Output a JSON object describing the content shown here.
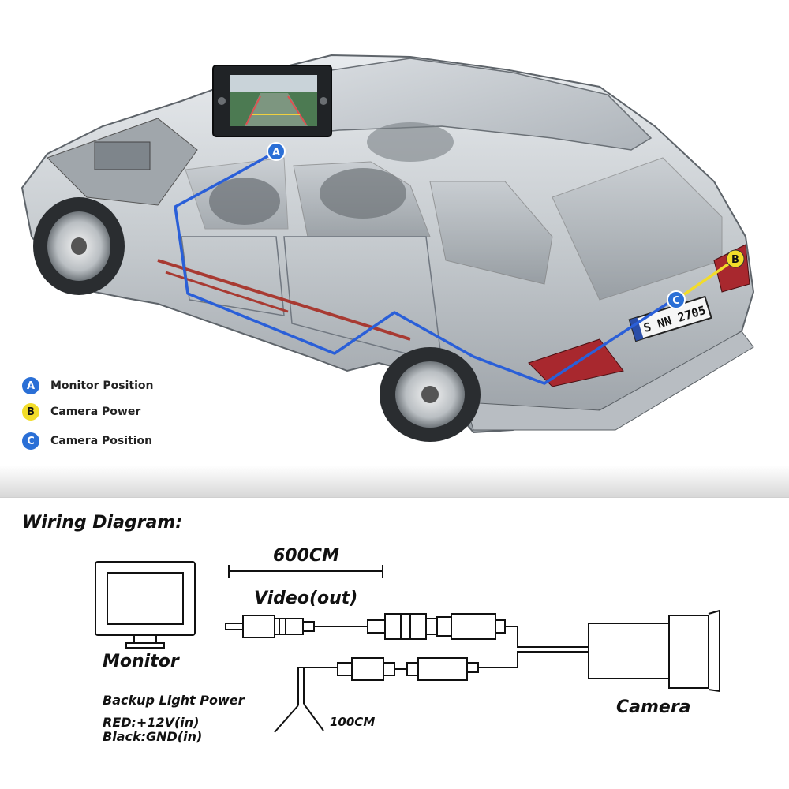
{
  "legend": [
    {
      "badge": "A",
      "label": "Monitor Position",
      "color": "#2a6fd6",
      "text_color": "#ffffff"
    },
    {
      "badge": "B",
      "label": "Camera Power",
      "color": "#f2dc2a",
      "text_color": "#111111"
    },
    {
      "badge": "C",
      "label": "Camera Position",
      "color": "#2a6fd6",
      "text_color": "#ffffff"
    }
  ],
  "car": {
    "markers": [
      "A",
      "B",
      "C"
    ],
    "plate": "S NN 2705",
    "route_color": "#2a5fd8",
    "power_color": "#f2dc2a"
  },
  "wiring": {
    "title": "Wiring Diagram:",
    "length_top": "600CM",
    "video_label": "Video(out)",
    "monitor_label": "Monitor",
    "power_title": "Backup Light Power",
    "red_line": "RED:+12V(in)",
    "black_line": "Black:GND(in)",
    "length_bottom": "100CM",
    "camera_label": "Camera"
  }
}
